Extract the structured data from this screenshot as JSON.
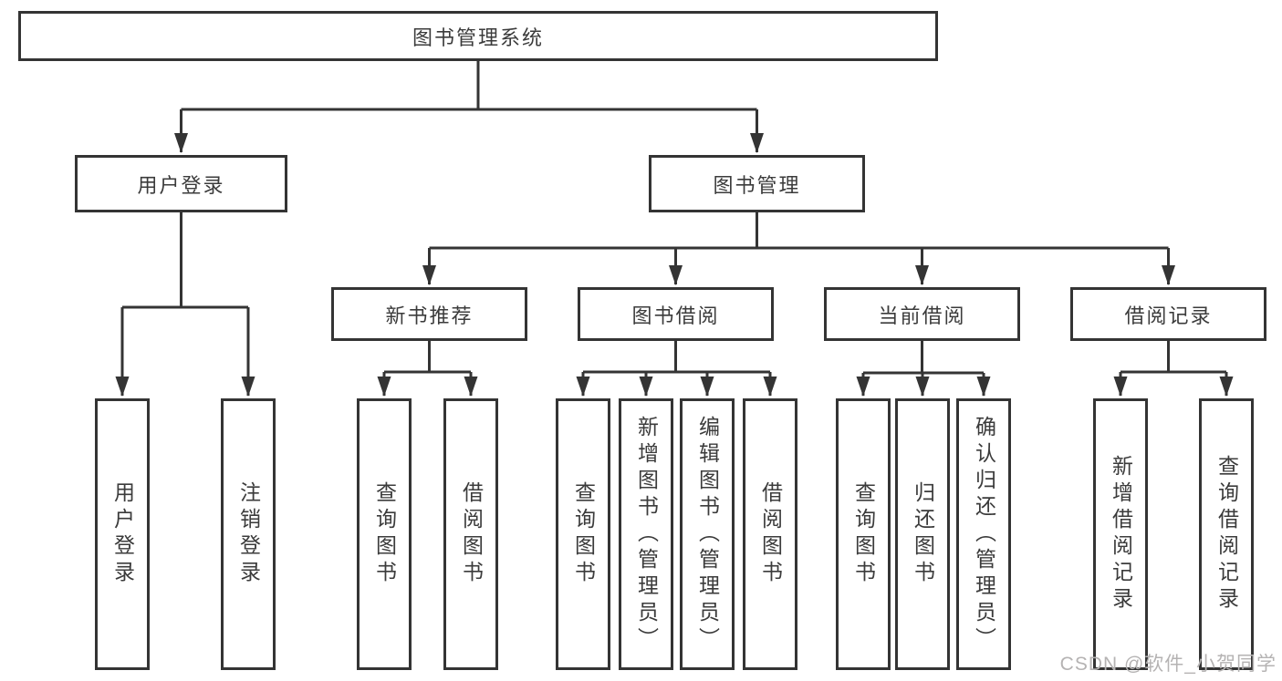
{
  "diagram_type": "hierarchy-tree",
  "colors": {
    "line": "#343434",
    "box_border": "#343434",
    "box_fill": "#ffffff",
    "text": "#3b3b3b",
    "watermark_text": "#b5b3b3",
    "background": "#ffffff"
  },
  "tree": {
    "label": "图书管理系统",
    "children": [
      {
        "label": "用户登录",
        "children": [
          {
            "label": "用户登录"
          },
          {
            "label": "注销登录"
          }
        ]
      },
      {
        "label": "图书管理",
        "children": [
          {
            "label": "新书推荐",
            "children": [
              {
                "label": "查询图书"
              },
              {
                "label": "借阅图书"
              }
            ]
          },
          {
            "label": "图书借阅",
            "children": [
              {
                "label": "查询图书"
              },
              {
                "label": "新增图书（管理员）"
              },
              {
                "label": "编辑图书（管理员）"
              },
              {
                "label": "借阅图书"
              }
            ]
          },
          {
            "label": "当前借阅",
            "children": [
              {
                "label": "查询图书"
              },
              {
                "label": "归还图书"
              },
              {
                "label": "确认归还（管理员）"
              }
            ]
          },
          {
            "label": "借阅记录",
            "children": [
              {
                "label": "新增借阅记录"
              },
              {
                "label": "查询借阅记录"
              }
            ]
          }
        ]
      }
    ]
  },
  "watermark": {
    "text": "CSDN @软件_小贺同学"
  }
}
